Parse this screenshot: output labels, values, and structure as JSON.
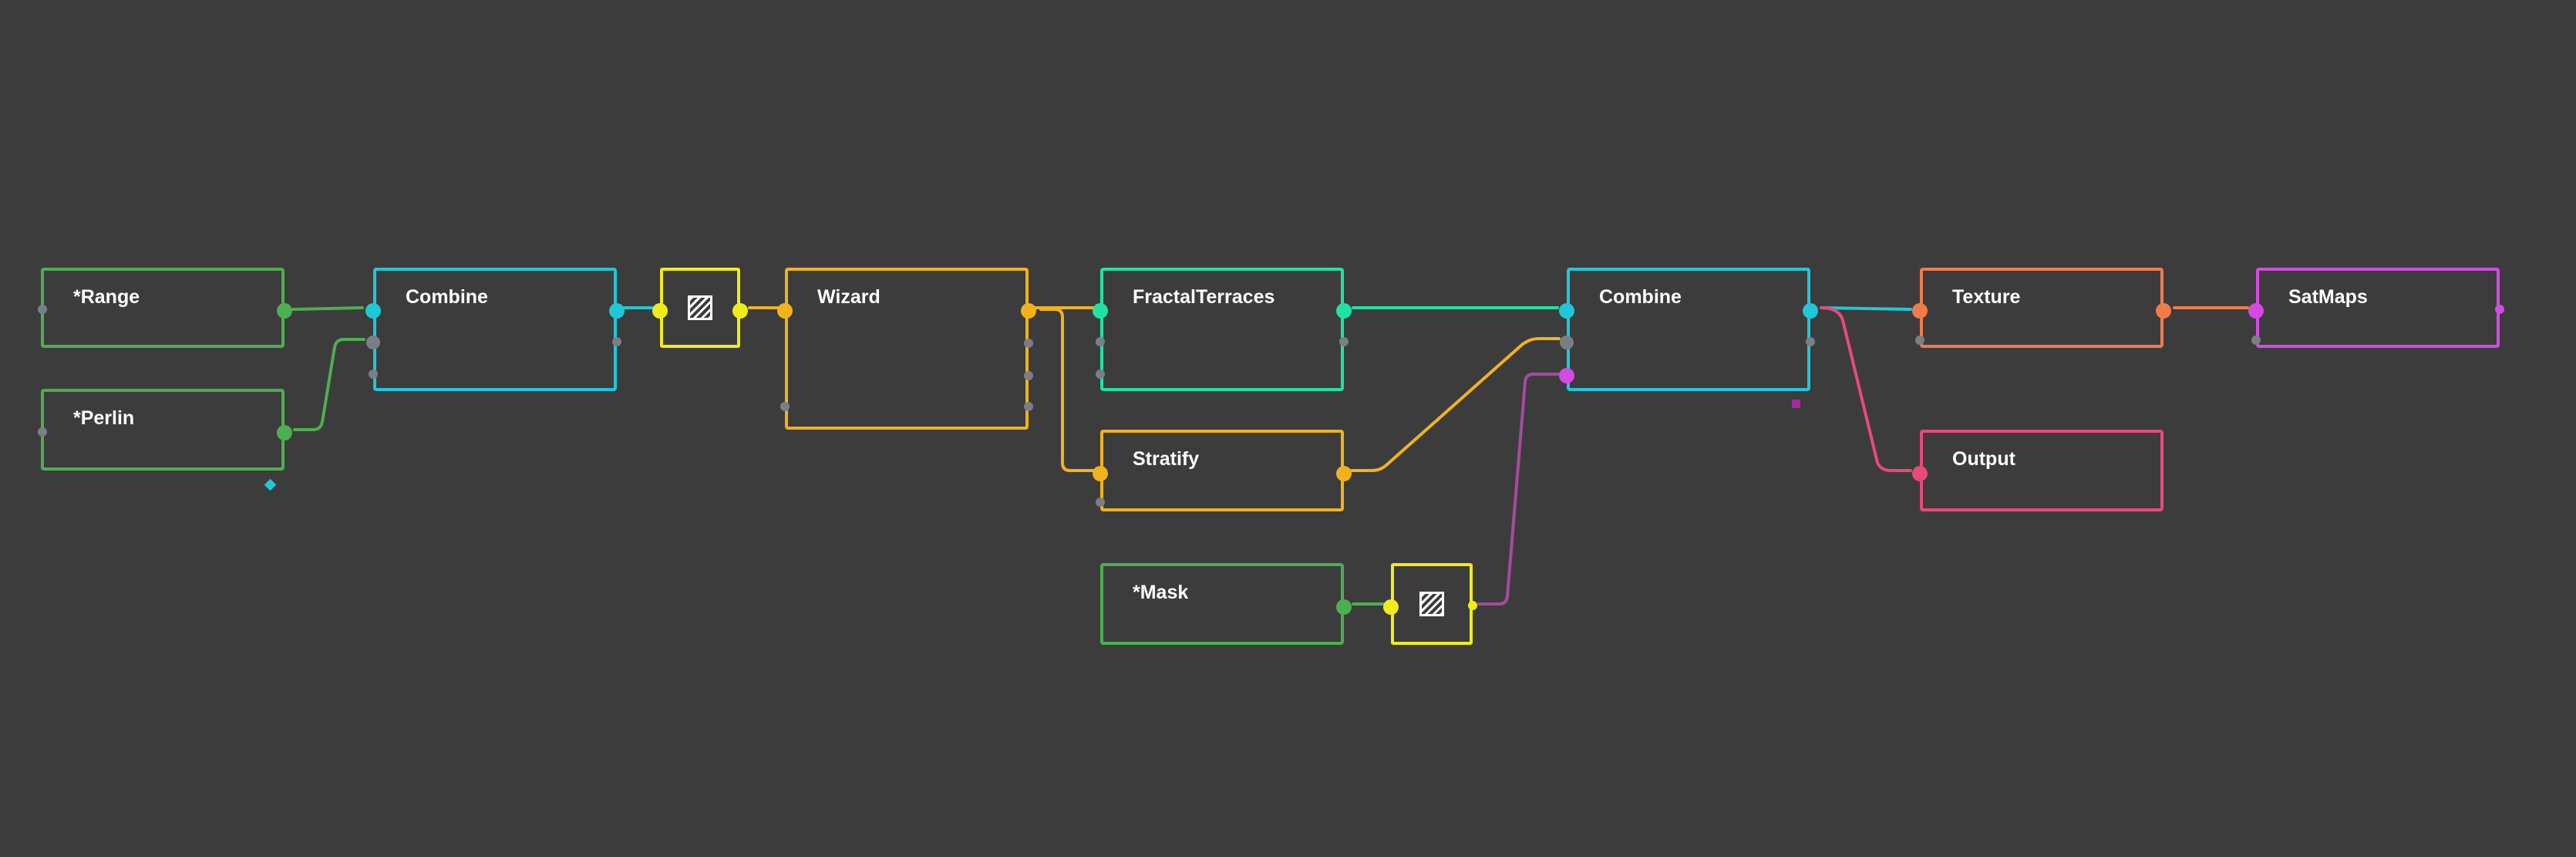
{
  "colors": {
    "background": "#3c3c3c",
    "green": "#4caf50",
    "cyan": "#1fc8d8",
    "yellow": "#f0ec1a",
    "orange": "#f2b21c",
    "teal": "#1ee3a5",
    "salmon": "#f07c4a",
    "magenta": "#d54ae2",
    "pink": "#e84a7a",
    "purple": "#a64b9e"
  },
  "nodes": {
    "range": {
      "title": "*Range"
    },
    "perlin": {
      "title": "*Perlin"
    },
    "combine1": {
      "title": "Combine"
    },
    "preview1": {
      "icon": "preview-hatch-icon"
    },
    "wizard": {
      "title": "Wizard"
    },
    "fractal_terraces": {
      "title": "FractalTerraces"
    },
    "stratify": {
      "title": "Stratify"
    },
    "mask": {
      "title": "*Mask"
    },
    "preview2": {
      "icon": "preview-hatch-icon"
    },
    "combine2": {
      "title": "Combine"
    },
    "texture": {
      "title": "Texture"
    },
    "output": {
      "title": "Output"
    },
    "satmaps": {
      "title": "SatMaps"
    }
  }
}
